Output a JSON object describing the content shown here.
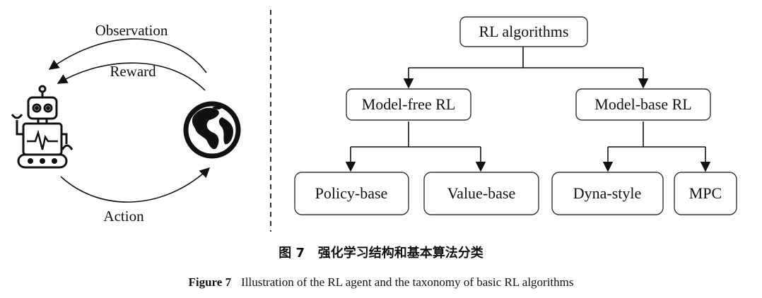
{
  "loop": {
    "observation": "Observation",
    "reward": "Reward",
    "action": "Action",
    "agent_icon": "robot-icon",
    "environment_icon": "globe-icon"
  },
  "tree": {
    "root": "RL algorithms",
    "model_free": "Model-free RL",
    "model_base": "Model-base RL",
    "policy_base": "Policy-base",
    "value_base": "Value-base",
    "dyna_style": "Dyna-style",
    "mpc": "MPC"
  },
  "caption": {
    "cn": "图 7   强化学习结构和基本算法分类",
    "en_label": "Figure 7",
    "en_text": "Illustration of the RL agent and the taxonomy of basic RL algorithms"
  }
}
